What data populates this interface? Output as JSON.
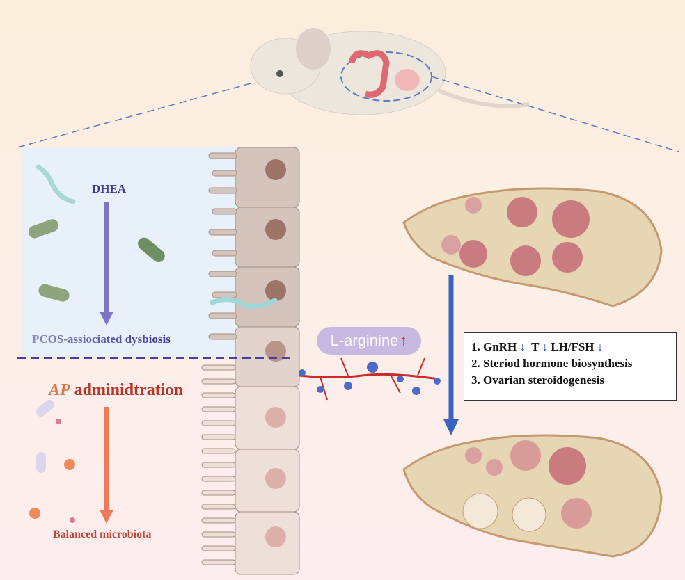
{
  "labels": {
    "dhea": "DHEA",
    "pcos": "PCOS-assiociated dysbiosis",
    "ap_italic": "AP",
    "ap_rest": " adminidtration",
    "balanced": "Balanced microbiota",
    "l_arginine": "L-arginine",
    "up_arrow": "↑"
  },
  "results": {
    "line1_a": "1. GnRH",
    "line1_b": "T",
    "line1_c": "LH/FSH",
    "down_arrow": "↓",
    "line2": "2. Steriod hormone biosynthesis",
    "line3": "3. Ovarian steroidogenesis"
  },
  "colors": {
    "dysbiosis_panel": "#e8f0f9",
    "dhea_arrow": "#7d74c4",
    "ap_arrow": "#ee7a5c",
    "treatment_arrow": "#3d63c0",
    "vessel": "#cc2a2a"
  }
}
